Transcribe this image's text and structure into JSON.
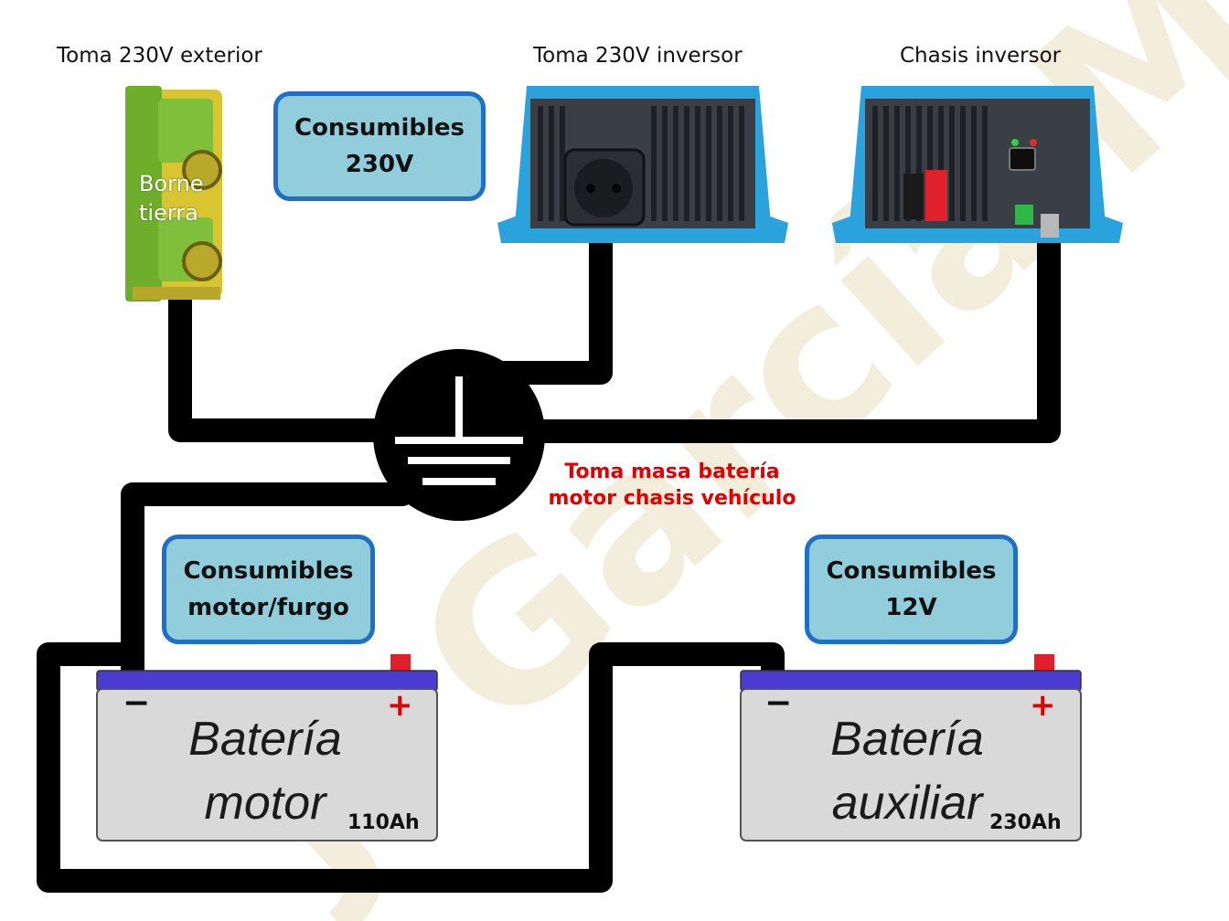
{
  "labels": {
    "toma_exterior": "Toma 230V exterior",
    "toma_inversor": "Toma 230V inversor",
    "chasis_inversor": "Chasis inversor"
  },
  "borne": {
    "line1": "Borne",
    "line2": "tierra"
  },
  "boxes": {
    "consumibles_230v": {
      "line1": "Consumibles",
      "line2": "230V"
    },
    "consumibles_motor": {
      "line1": "Consumibles",
      "line2": "motor/furgo"
    },
    "consumibles_12v": {
      "line1": "Consumibles",
      "line2": "12V"
    }
  },
  "ground_note": {
    "line1": "Toma masa batería",
    "line2": "motor chasis vehículo"
  },
  "batteries": {
    "motor": {
      "name1": "Batería",
      "name2": "motor",
      "capacity": "110Ah",
      "minus": "−",
      "plus": "+"
    },
    "auxiliar": {
      "name1": "Batería",
      "name2": "auxiliar",
      "capacity": "230Ah",
      "minus": "−",
      "plus": "+"
    }
  },
  "watermark": "J. García M",
  "colors": {
    "wire": "#000000",
    "box_fill": "#92cddc",
    "box_border": "#1f6fc6",
    "inverter_blue": "#2aa2db",
    "battery_top": "#4a3bd1",
    "battery_body": "#d9d9d9",
    "note_red": "#e00000"
  }
}
